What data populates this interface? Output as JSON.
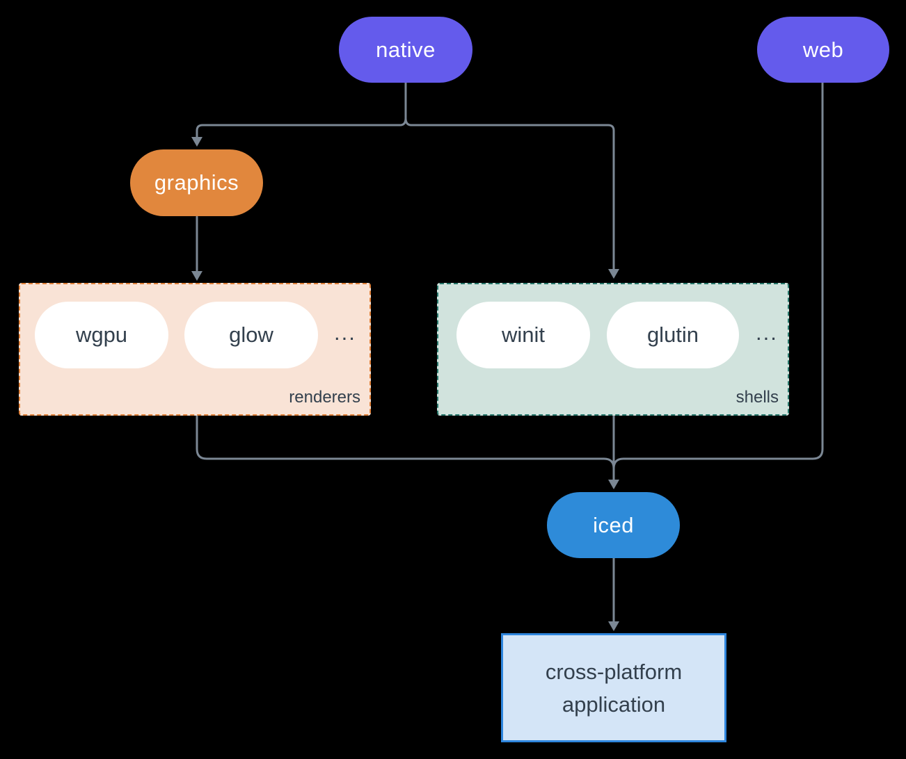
{
  "colors": {
    "background": "#000000",
    "connector": "#7b8794",
    "purple": "#645bec",
    "orange": "#e1873d",
    "blue": "#2e8bd9",
    "renderers_fill": "#f9e3d6",
    "renderers_border": "#e0813a",
    "shells_fill": "#d1e3dd",
    "shells_border": "#27776b",
    "app_fill": "#d4e5f7",
    "app_border": "#2f86dd",
    "white_pill_fill": "#ffffff",
    "dark_text": "#33404d"
  },
  "nodes": {
    "native": {
      "label": "native"
    },
    "web": {
      "label": "web"
    },
    "graphics": {
      "label": "graphics"
    },
    "iced": {
      "label": "iced"
    }
  },
  "groups": {
    "renderers": {
      "label": "renderers",
      "items": [
        "wgpu",
        "glow"
      ],
      "more": "..."
    },
    "shells": {
      "label": "shells",
      "items": [
        "winit",
        "glutin"
      ],
      "more": "..."
    }
  },
  "app": {
    "line1": "cross-platform",
    "line2": "application"
  }
}
